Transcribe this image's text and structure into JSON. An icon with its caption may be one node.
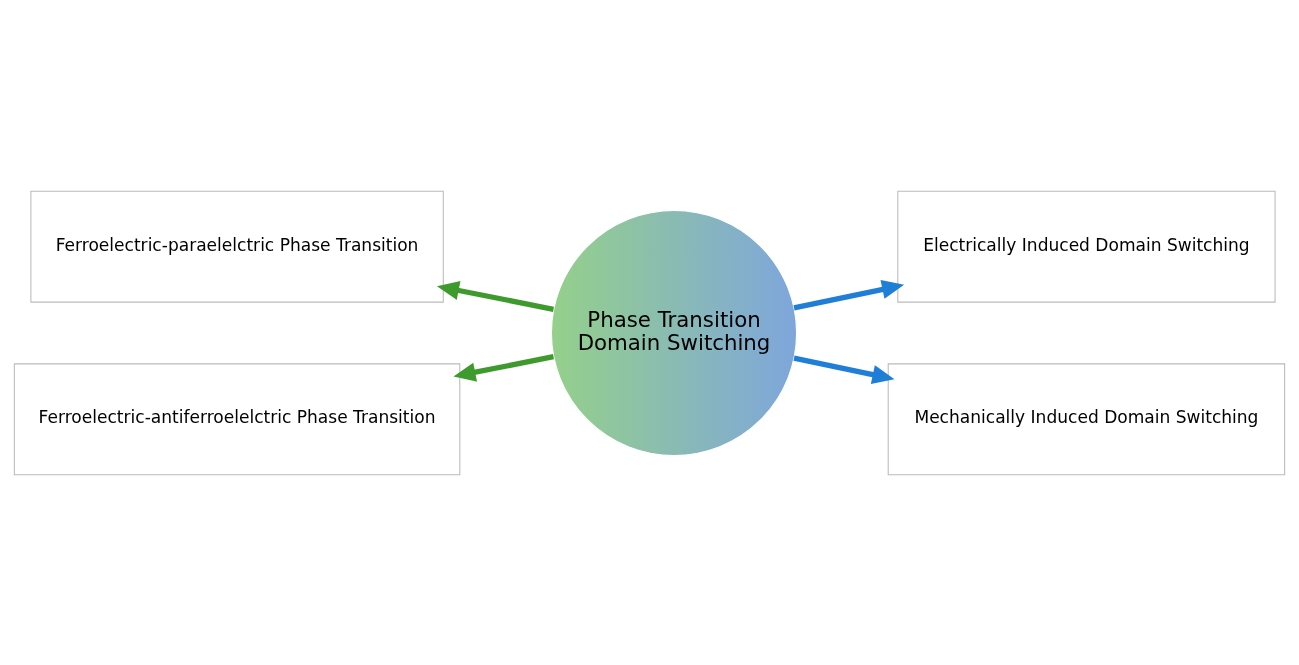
{
  "diagram": {
    "nodes": [
      {
        "text": [
          "Phase Transition",
          "Domain Switching"
        ]
      },
      {
        "text": [
          "Ferroelectric-paraelelctric Phase Transition"
        ]
      },
      {
        "text": [
          "Ferroelectric-antiferroelelctric Phase Transition"
        ]
      },
      {
        "text": [
          "Electrically Induced Domain Switching"
        ]
      },
      {
        "text": [
          "Mechanically Induced Domain Switching"
        ]
      }
    ],
    "edges": [
      {
        "from": 0,
        "to": 1,
        "arrow": "to",
        "color": "#3f9a2e"
      },
      {
        "from": 0,
        "to": 2,
        "arrow": "to",
        "color": "#3f9a2e"
      },
      {
        "from": 0,
        "to": 3,
        "arrow": "to",
        "color": "#1f7fd6"
      },
      {
        "from": 0,
        "to": 4,
        "arrow": "to",
        "color": "#1f7fd6"
      }
    ]
  }
}
